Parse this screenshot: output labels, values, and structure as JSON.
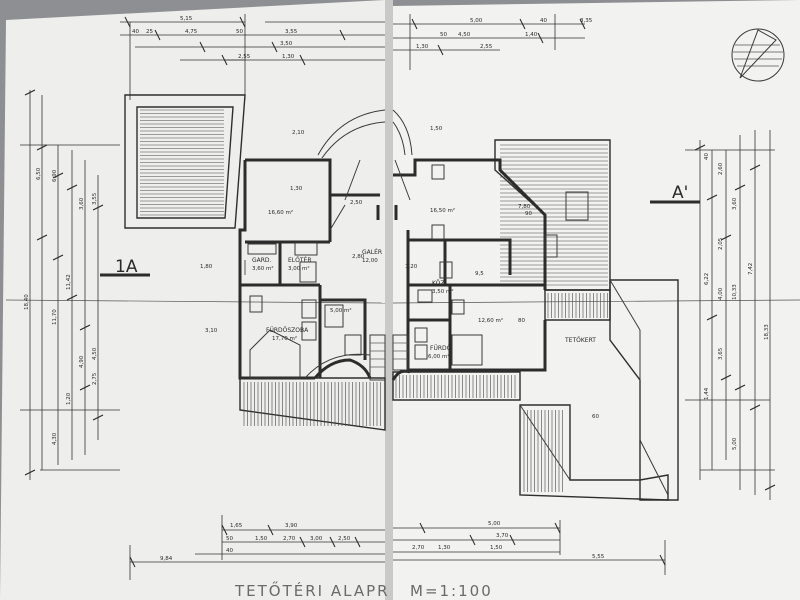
{
  "title": "TETŐTÉRI ALAPR",
  "scale": "M=1:100",
  "section_marks": {
    "left": "1A",
    "right": "A'"
  },
  "rooms": [
    {
      "id": "living-left",
      "label": "",
      "area": "16,60 m²"
    },
    {
      "id": "gard",
      "label": "GARD.",
      "area": "3,60 m²"
    },
    {
      "id": "eloter",
      "label": "ELŐTÉR",
      "area": "3,00 m²"
    },
    {
      "id": "galeria",
      "label": "GALÉR",
      "area": "12,00"
    },
    {
      "id": "furdoszoba",
      "label": "FÜRDŐSZOBA",
      "area": "17,70 m²"
    },
    {
      "id": "small-bath",
      "label": "",
      "area": "5,00 m²"
    },
    {
      "id": "living-right",
      "label": "",
      "area": "16,50 m²"
    },
    {
      "id": "mid-room",
      "label": "",
      "area": "9,5"
    },
    {
      "id": "kozl",
      "label": "KÖZL.",
      "area": "3,50 m²"
    },
    {
      "id": "bed-right",
      "label": "",
      "area": "12,60 m²"
    },
    {
      "id": "furdo",
      "label": "FÜRDŐ",
      "area": "6,00 m²"
    },
    {
      "id": "tetokert",
      "label": "TETŐKERT",
      "area": ""
    }
  ],
  "dims": {
    "top_left": [
      "5,15",
      "4,75",
      "3,55",
      "3,50",
      "2,55",
      "1,30",
      "40",
      "25",
      "50"
    ],
    "top_right": [
      "5,00",
      "3,35",
      "4,50",
      "1,40",
      "2,55",
      "1,30",
      "50",
      "40"
    ],
    "left_chain": [
      "6,50",
      "6,90",
      "3,55",
      "3,60",
      "11,42",
      "11,70",
      "4,50",
      "4,90",
      "2,75",
      "1,20",
      "4,30",
      "18,40"
    ],
    "right_chain": [
      "2,60",
      "3,60",
      "2,05",
      "4,00",
      "7,42",
      "10,33",
      "6,22",
      "5,00",
      "3,65",
      "18,33",
      "40",
      "1,44"
    ],
    "bottom_left": [
      "1,65",
      "3,90",
      "1,50",
      "2,70",
      "3,00",
      "2,50",
      "50",
      "40",
      "9,84"
    ],
    "bottom_right": [
      "5,00",
      "3,70",
      "1,30",
      "2,70",
      "1,50",
      "5,55"
    ],
    "interior": [
      "1,30",
      "1,80",
      "2,50",
      "2,80",
      "3,10",
      "7,80",
      "1,20",
      "2,10",
      "1,50",
      "60",
      "80",
      "90"
    ]
  }
}
